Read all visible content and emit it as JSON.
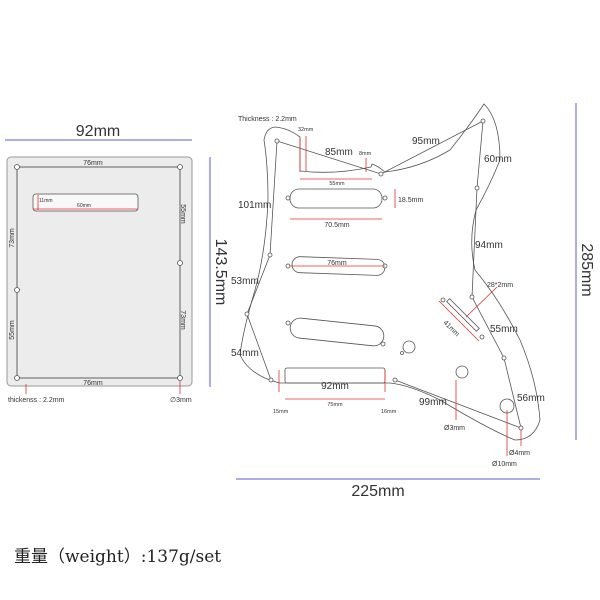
{
  "back_plate": {
    "width": "92mm",
    "height": "143.5mm",
    "top_spacing": "76mm",
    "bottom_spacing": "76mm",
    "left_upper": "73mm",
    "left_lower": "55mm",
    "right_upper": "55mm",
    "right_lower": "73mm",
    "slot_height": "11mm",
    "slot_width": "60mm",
    "thickness": "thickenss : 2.2mm",
    "hole": "∅3mm"
  },
  "pickguard": {
    "thickness": "Thickness : 2.2mm",
    "neck_depth": "32mm",
    "pocket_step": "8mm",
    "pocket_width": "55mm",
    "d85": "85mm",
    "d95": "95mm",
    "d60": "60mm",
    "d101": "101mm",
    "pickup_height": "18.5mm",
    "pickup_width": "70.5mm",
    "pickup_holes": "76mm",
    "d94": "94mm",
    "d53": "53mm",
    "switch_slot": "28*2mm",
    "switch_holes": "41mm",
    "d55": "55mm",
    "d54": "54mm",
    "bridge_holes": "92mm",
    "bridge_slot": "75mm",
    "left_margin": "15mm",
    "right_margin": "16mm",
    "d99": "99mm",
    "d56": "56mm",
    "hole3": "Ø3mm",
    "hole4": "Ø4mm",
    "hole10": "Ø10mm",
    "width": "225mm",
    "height": "285mm"
  },
  "footer": {
    "weight": "重量（weight）:137g/set"
  }
}
